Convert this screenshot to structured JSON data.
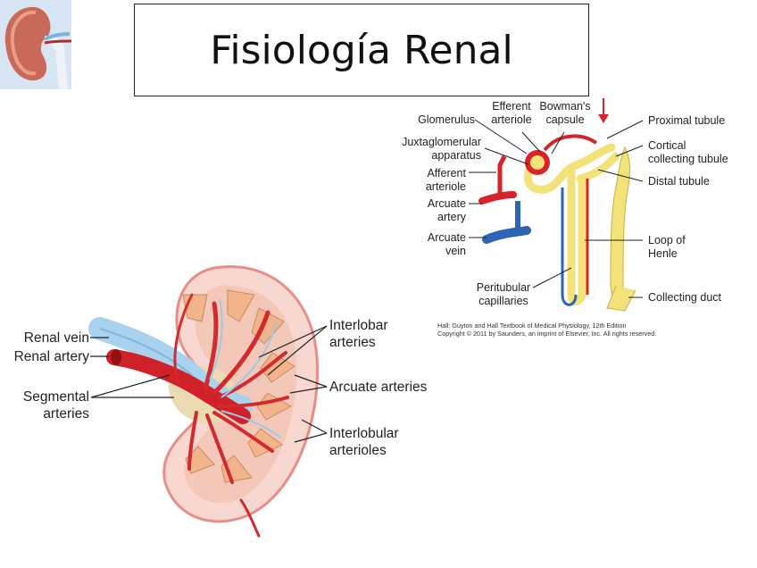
{
  "slide": {
    "title": "Fisiología Renal"
  },
  "kidney_diagram": {
    "labels": {
      "renal_vein": "Renal vein",
      "renal_artery": "Renal artery",
      "segmental_1": "Segmental",
      "segmental_2": "arteries",
      "interlobar_1": "Interlobar",
      "interlobar_2": "arteries",
      "arcuate": "Arcuate arteries",
      "interlobular_1": "Interlobular",
      "interlobular_2": "arterioles"
    }
  },
  "nephron_diagram": {
    "labels": {
      "glomerulus": "Glomerulus",
      "efferent_1": "Efferent",
      "efferent_2": "arteriole",
      "bowman_1": "Bowman's",
      "bowman_2": "capsule",
      "proximal": "Proximal tubule",
      "juxta_1": "Juxtaglomerular",
      "juxta_2": "apparatus",
      "cortical_1": "Cortical",
      "cortical_2": "collecting tubule",
      "afferent_1": "Afferent",
      "afferent_2": "arteriole",
      "distal": "Distal tubule",
      "arcuate_artery_1": "Arcuate",
      "arcuate_artery_2": "artery",
      "arcuate_vein_1": "Arcuate",
      "arcuate_vein_2": "vein",
      "loop_1": "Loop of",
      "loop_2": "Henle",
      "peritubular_1": "Peritubular",
      "peritubular_2": "capillaries",
      "collecting_duct": "Collecting duct"
    },
    "credit_line_1": "Hall: Guyton and Hall Textbook of Medical Physiology, 12th Edition",
    "credit_line_2": "Copyright © 2011 by Saunders, an imprint of Elsevier, Inc. All rights reserved."
  },
  "colors": {
    "artery": "#d8232a",
    "vein": "#9ec9e6",
    "tubule": "#f3e27a",
    "pyramid": "#f2b48a"
  }
}
